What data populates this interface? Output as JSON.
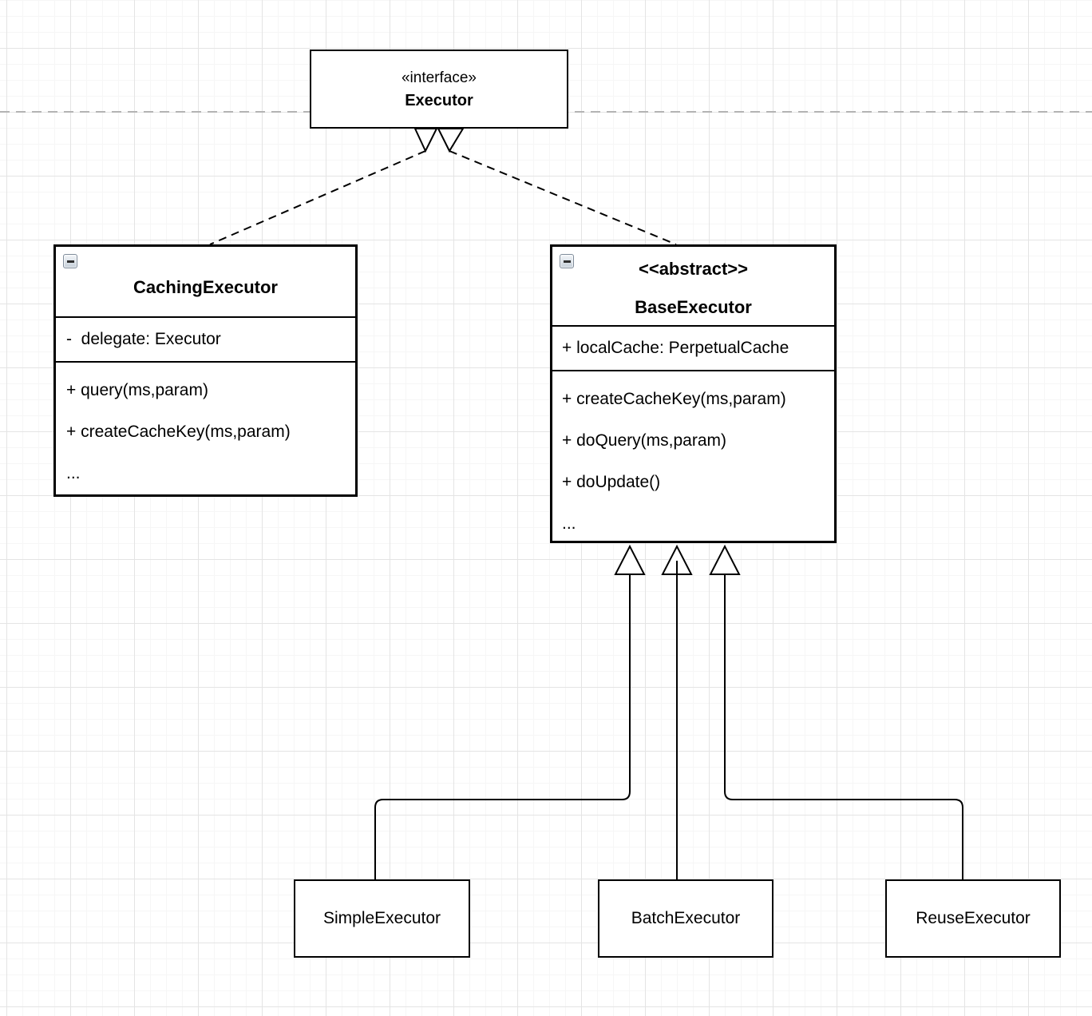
{
  "colors": {
    "stroke": "#000000",
    "box_fill": "#ffffff",
    "page_break_line": "#b3b3b3",
    "grid_minor": "#f6f6f6",
    "grid_major": "#e4e4e4"
  },
  "interface_box": {
    "stereotype": "«interface»",
    "name": "Executor"
  },
  "caching_executor": {
    "name": "CachingExecutor",
    "attributes": [
      "-  delegate: Executor"
    ],
    "methods": [
      "+ query(ms,param)",
      "+ createCacheKey(ms,param)",
      "..."
    ]
  },
  "base_executor": {
    "stereotype": "<<abstract>>",
    "name": "BaseExecutor",
    "attributes": [
      "+ localCache: PerpetualCache"
    ],
    "methods": [
      "+ createCacheKey(ms,param)",
      "+ doQuery(ms,param)",
      "+ doUpdate()",
      "..."
    ]
  },
  "subclasses": [
    {
      "name": "SimpleExecutor"
    },
    {
      "name": "BatchExecutor"
    },
    {
      "name": "ReuseExecutor"
    }
  ],
  "relationships": [
    {
      "from": "CachingExecutor",
      "to": "Executor",
      "type": "realization"
    },
    {
      "from": "BaseExecutor",
      "to": "Executor",
      "type": "realization"
    },
    {
      "from": "SimpleExecutor",
      "to": "BaseExecutor",
      "type": "generalization"
    },
    {
      "from": "BatchExecutor",
      "to": "BaseExecutor",
      "type": "generalization"
    },
    {
      "from": "ReuseExecutor",
      "to": "BaseExecutor",
      "type": "generalization"
    }
  ]
}
